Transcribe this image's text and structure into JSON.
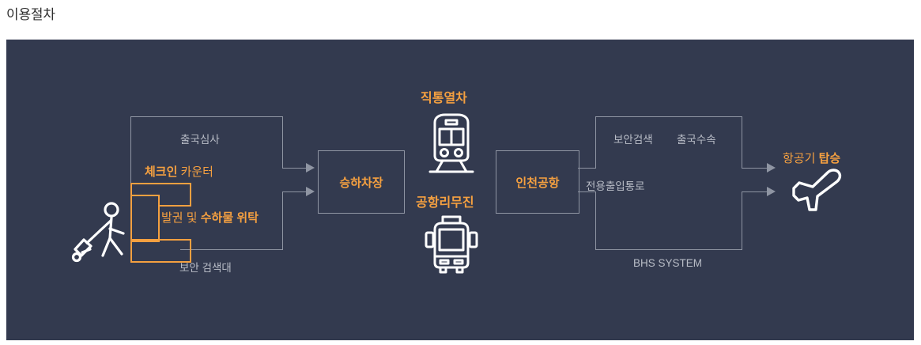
{
  "page": {
    "title": "이용절차"
  },
  "colors": {
    "panel_bg": "#333a4f",
    "accent_orange": "#f5a040",
    "line_gray": "#8f95a3",
    "label_gray": "#b9bdc7",
    "icon_white": "#ffffff",
    "title_text": "#2f2f2f"
  },
  "diagram": {
    "type": "process-flow",
    "labels": {
      "departure_inspection": "출국심사",
      "checkin_counter_bold": "체크인",
      "checkin_counter_rest": " 카운터",
      "ticketing_rest": "발권 및 ",
      "baggage_bold": "수하물 위탁",
      "security_screening_area": "보안 검색대",
      "express_train": "직통열차",
      "airport_limousine": "공항리무진",
      "boarding_stop": "승하차장",
      "incheon_airport": "인천공항",
      "security_check": "보안검색",
      "departure_procedure": "출국수속",
      "dedicated_passage": "전용출입통로",
      "bhs_system": "BHS SYSTEM",
      "aircraft_light": "항공기 ",
      "boarding_bold": "탑승"
    },
    "icons": [
      {
        "name": "traveler-with-luggage-icon",
        "label": ""
      },
      {
        "name": "train-icon",
        "label": "직통열차"
      },
      {
        "name": "bus-icon",
        "label": "공항리무진"
      },
      {
        "name": "airplane-takeoff-icon",
        "label": "항공기 탑승"
      }
    ],
    "nodes": [
      {
        "name": "boarding-stop-node",
        "label": "승하차장"
      },
      {
        "name": "incheon-airport-node",
        "label": "인천공항"
      }
    ]
  }
}
